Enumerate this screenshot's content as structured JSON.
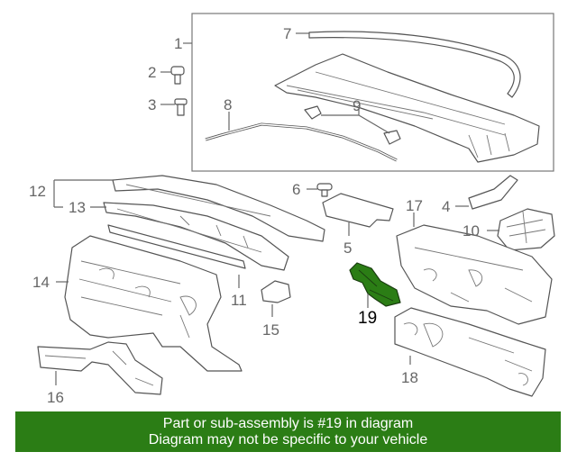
{
  "diagram": {
    "callouts": {
      "c1": "1",
      "c2": "2",
      "c3": "3",
      "c4": "4",
      "c5": "5",
      "c6": "6",
      "c7": "7",
      "c8": "8",
      "c9": "9",
      "c10": "10",
      "c11": "11",
      "c12": "12",
      "c13": "13",
      "c14": "14",
      "c15": "15",
      "c16": "16",
      "c17": "17",
      "c18": "18",
      "c19": "19"
    },
    "highlight_color": "#2b7d15",
    "highlighted_part": "19"
  },
  "footer": {
    "line1": "Part or sub-assembly is #19 in diagram",
    "line2": "Diagram may not be specific to your vehicle",
    "background": "#2b7d15"
  }
}
